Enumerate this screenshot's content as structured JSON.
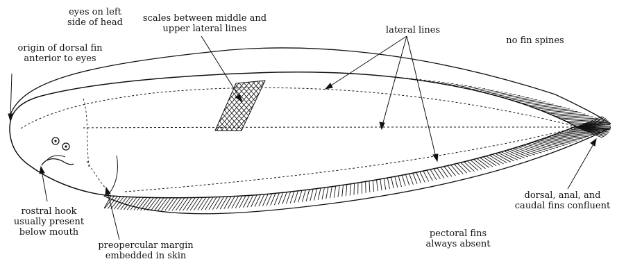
{
  "labels": {
    "eyes": [
      "eyes on left",
      "side of head"
    ],
    "scales": [
      "scales between middle and",
      "upper lateral lines"
    ],
    "lateral_lines": [
      "lateral lines"
    ],
    "no_spines": [
      "no fin spines"
    ],
    "dorsal_origin": [
      "origin of dorsal fin",
      "anterior to eyes"
    ],
    "rostral_hook": [
      "rostral hook",
      "usually present",
      "below mouth"
    ],
    "preopercular": [
      "preopercular margin",
      "embedded in skin"
    ],
    "pectoral": [
      "pectoral fins",
      "always absent"
    ],
    "confluent": [
      "dorsal, anal, and",
      "caudal fins confluent"
    ]
  },
  "colors": {
    "ink": "#111111",
    "paper": "#ffffff"
  }
}
